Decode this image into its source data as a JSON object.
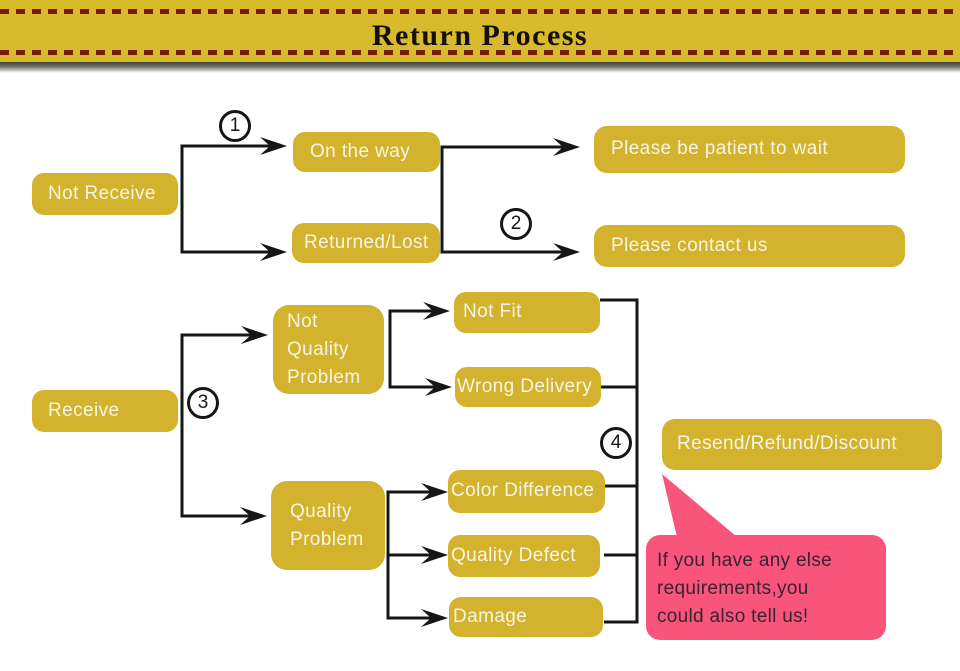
{
  "header": {
    "title": "Return Process"
  },
  "nodes": {
    "not_receive": {
      "label": "Not Receive"
    },
    "on_the_way": {
      "label": "On the way"
    },
    "returned_lost": {
      "label": "Returned/Lost"
    },
    "please_wait": {
      "label": "Please be patient to wait"
    },
    "please_contact": {
      "label": "Please contact us"
    },
    "receive": {
      "label": "Receive"
    },
    "not_quality_problem": {
      "lines": [
        "Not",
        "Quality",
        "Problem"
      ]
    },
    "not_fit": {
      "label": "Not Fit"
    },
    "wrong_delivery": {
      "label": "Wrong Delivery"
    },
    "quality_problem": {
      "lines": [
        "Quality",
        "Problem"
      ]
    },
    "color_difference": {
      "label": "Color Difference"
    },
    "quality_defect": {
      "label": "Quality Defect"
    },
    "damage": {
      "label": "Damage"
    },
    "resend_refund_discount": {
      "label": "Resend/Refund/Discount"
    }
  },
  "steps": [
    "1",
    "2",
    "3",
    "4"
  ],
  "note": {
    "lines": [
      "If you have any else",
      "requirements,you",
      "could also tell us!"
    ]
  },
  "colors": {
    "banner_gold": "#d9ba2c",
    "box_gold": "#d3b32e",
    "dash_red": "#7a1b11",
    "line_black": "#161616",
    "note_pink": "#f9547a",
    "box_text": "#f9f4e4",
    "note_text": "#3a2330"
  }
}
